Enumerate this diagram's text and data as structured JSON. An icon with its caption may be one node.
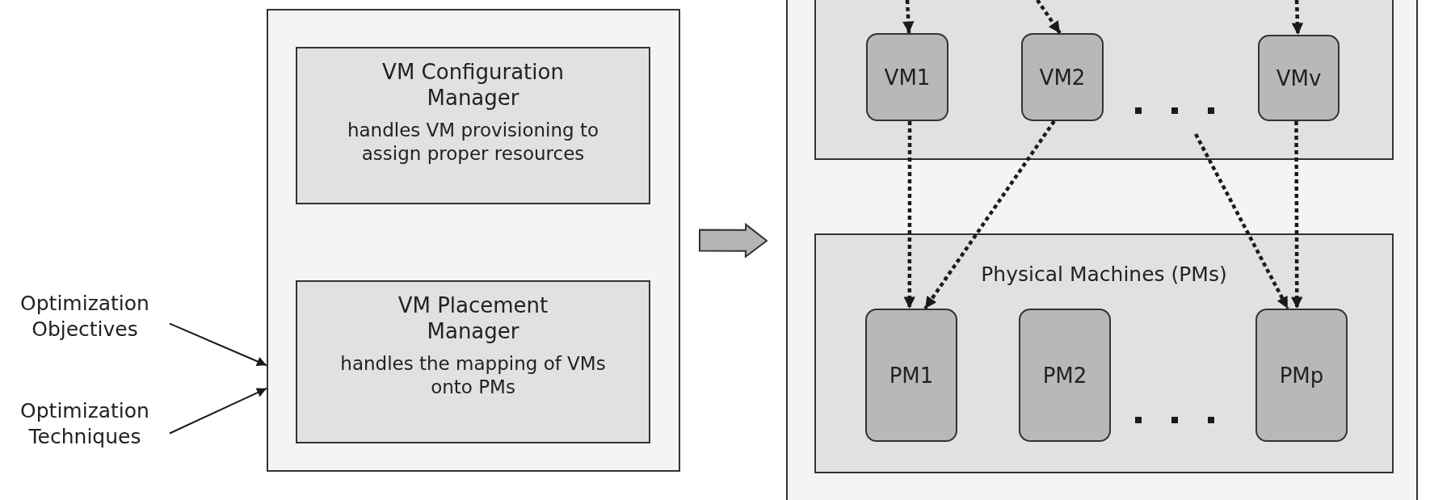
{
  "diagram": {
    "nodes": [
      {
        "text": [],
        "shape": "box"
      },
      {
        "text": [
          "VM Configuration Manager",
          "handles VM provisioning to assign proper resources"
        ],
        "in": 0
      },
      {
        "text": [
          "VM Placement Manager",
          "handles the mapping of VMs onto PMs"
        ],
        "in": 0
      },
      {
        "text": [
          "Optimization Objectives"
        ]
      },
      {
        "text": [
          "Optimization Techniques"
        ]
      },
      {
        "text": [],
        "shape": "box"
      },
      {
        "text": [],
        "shape": "box",
        "in": 5
      },
      {
        "text": [
          "VM1"
        ],
        "in": 6
      },
      {
        "text": [
          "VM2"
        ],
        "in": 6
      },
      {
        "text": [
          "VMv"
        ],
        "in": 6
      },
      {
        "text": [
          "Physical Machines (PMs)"
        ],
        "in": 5
      },
      {
        "text": [
          "PM1"
        ],
        "in": 10
      },
      {
        "text": [
          "PM2"
        ],
        "in": 10
      },
      {
        "text": [
          "PMp"
        ],
        "in": 10
      }
    ],
    "edges": [
      {
        "from": 3,
        "to": 0,
        "arrow": "to"
      },
      {
        "from": 4,
        "to": 0,
        "arrow": "to"
      },
      {
        "from": 0,
        "to": 5,
        "arrow": "to",
        "style": "thick",
        "color": "#b4b4b7"
      },
      {
        "from": null,
        "to": 7,
        "arrow": "to",
        "style": "dashed"
      },
      {
        "from": null,
        "to": 8,
        "arrow": "to",
        "style": "dashed"
      },
      {
        "from": null,
        "to": 9,
        "arrow": "to",
        "style": "dashed"
      },
      {
        "from": 7,
        "to": 11,
        "arrow": "to",
        "style": "dashed"
      },
      {
        "from": 8,
        "to": 11,
        "arrow": "to",
        "style": "dashed"
      },
      {
        "from": null,
        "to": 13,
        "arrow": "to",
        "style": "dashed"
      },
      {
        "from": 9,
        "to": 13,
        "arrow": "to",
        "style": "dashed"
      }
    ]
  }
}
